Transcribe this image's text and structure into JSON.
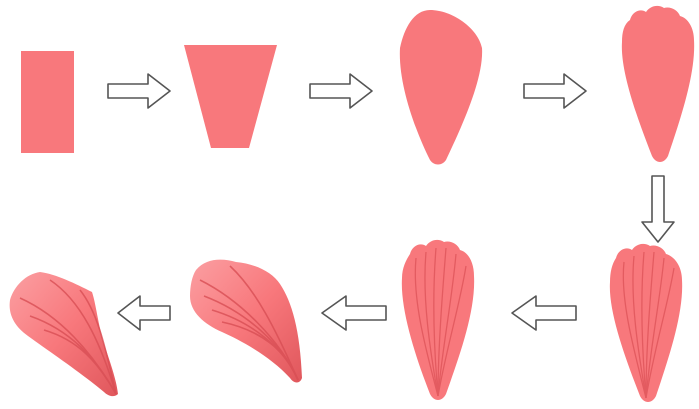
{
  "diagram": {
    "steps": [
      {
        "id": 1,
        "shape": "rectangle"
      },
      {
        "id": 2,
        "shape": "trapezoid"
      },
      {
        "id": 3,
        "shape": "petal-smooth"
      },
      {
        "id": 4,
        "shape": "petal-scalloped"
      },
      {
        "id": 5,
        "shape": "petal-pleated"
      },
      {
        "id": 6,
        "shape": "petal-pleated-narrow"
      },
      {
        "id": 7,
        "shape": "petal-curled"
      },
      {
        "id": 8,
        "shape": "petal-twisted"
      }
    ],
    "arrows": [
      {
        "from": 1,
        "to": 2,
        "direction": "right"
      },
      {
        "from": 2,
        "to": 3,
        "direction": "right"
      },
      {
        "from": 3,
        "to": 4,
        "direction": "right"
      },
      {
        "from": 4,
        "to": 5,
        "direction": "down"
      },
      {
        "from": 5,
        "to": 6,
        "direction": "left"
      },
      {
        "from": 6,
        "to": 7,
        "direction": "left"
      },
      {
        "from": 7,
        "to": 8,
        "direction": "left"
      }
    ],
    "colors": {
      "petal_fill": "#f8787c",
      "petal_dark": "#e0575c",
      "petal_light": "#fb9fa2",
      "arrow_stroke": "#555555",
      "arrow_fill": "#ffffff"
    }
  }
}
